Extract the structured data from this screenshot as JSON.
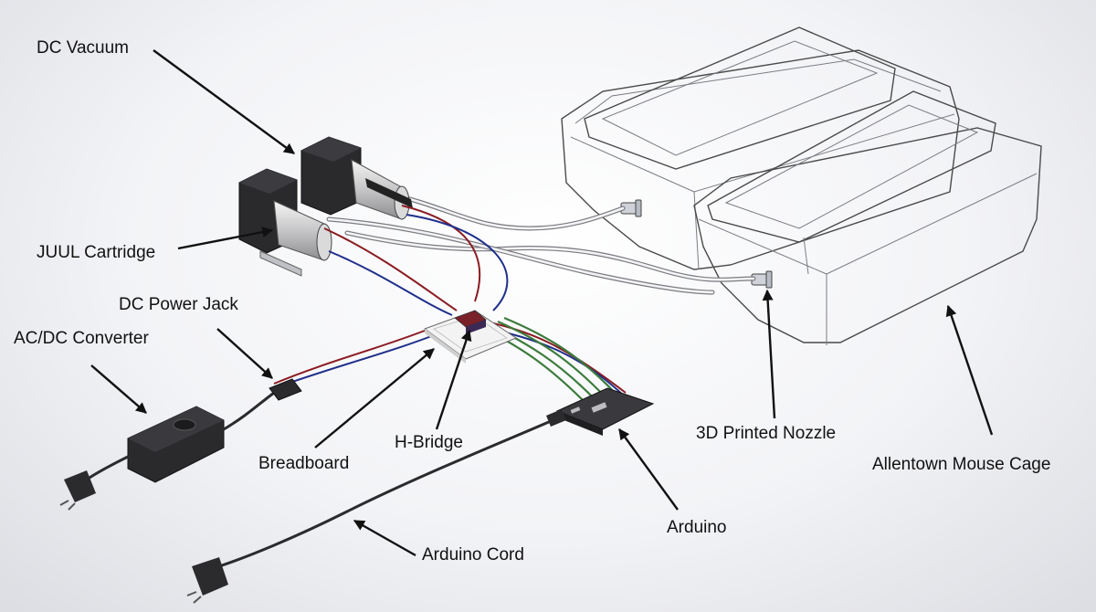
{
  "labels": {
    "dc_vacuum": "DC Vacuum",
    "juul_cartridge": "JUUL Cartridge",
    "dc_power_jack": "DC Power Jack",
    "ac_dc_converter": "AC/DC Converter",
    "breadboard": "Breadboard",
    "h_bridge": "H-Bridge",
    "arduino": "Arduino",
    "arduino_cord": "Arduino Cord",
    "printed_nozzle": "3D Printed Nozzle",
    "mouse_cage": "Allentown Mouse Cage"
  },
  "colors": {
    "wire_red": "#8a1c22",
    "wire_blue": "#1f2f8a",
    "wire_green": "#3c7b3c",
    "device_body": "#2a2a2d",
    "pcb": "#3a3a3e",
    "cage_fill": "#dfe3ea"
  },
  "icons": [
    "arrow-pointer"
  ]
}
